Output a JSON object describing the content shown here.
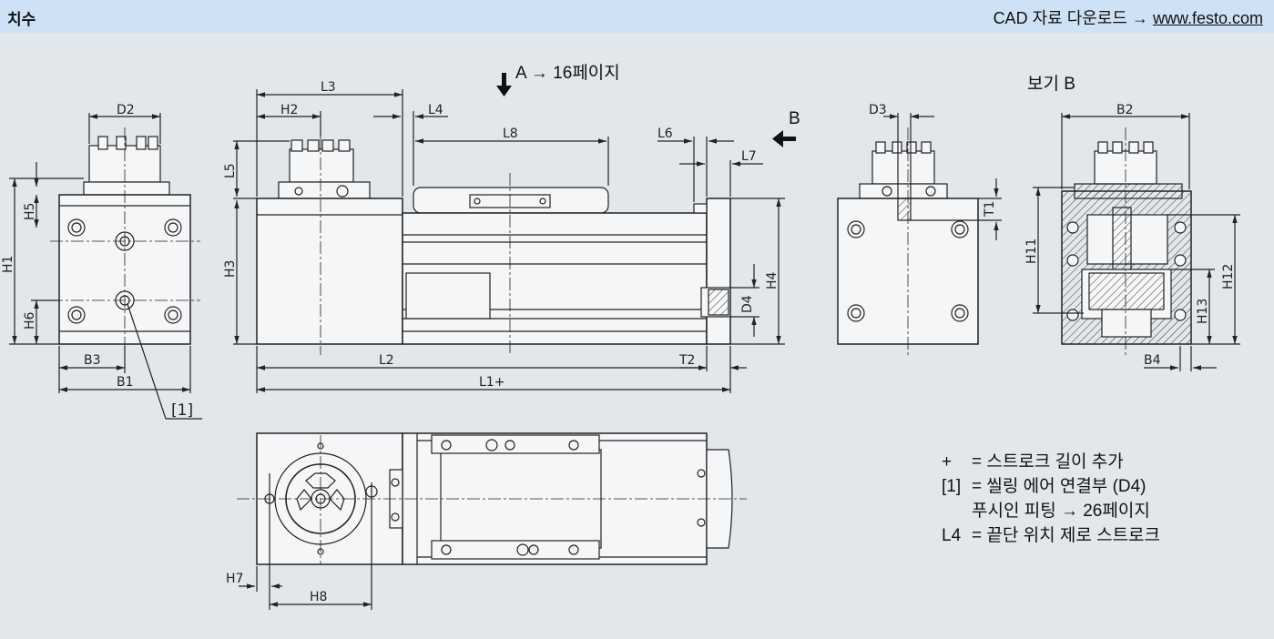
{
  "header": {
    "title": "치수",
    "cad_text": "CAD 자료 다운로드 →",
    "cad_link": "www.festo.com"
  },
  "view_labels": {
    "view_a": "A → 16페이지",
    "view_b_arrow": "B",
    "view_b_title": "보기 B"
  },
  "dimensions": {
    "D2": "D2",
    "H5": "H5",
    "H1": "H1",
    "H6": "H6",
    "B3": "B3",
    "B1": "B1",
    "ref1": "[1]",
    "L3": "L3",
    "H2": "H2",
    "L4": "L4",
    "L8": "L8",
    "L6": "L6",
    "L7": "L7",
    "L5": "L5",
    "H3": "H3",
    "H4": "H4",
    "D4": "D4",
    "L2": "L2",
    "T2": "T2",
    "L1": "L1+",
    "D3": "D3",
    "T1": "T1",
    "B2": "B2",
    "H11": "H11",
    "H12": "H12",
    "H13": "H13",
    "B4": "B4",
    "H7": "H7",
    "H8": "H8"
  },
  "legend": [
    {
      "key": "+",
      "text": "= 스트로크 길이 추가"
    },
    {
      "key": "[1]",
      "text": "= 씰링 에어 연결부 (D4)"
    },
    {
      "key": "",
      "text": "푸시인 피팅 → 26페이지"
    },
    {
      "key": "L4",
      "text": "= 끝단 위치 제로 스트로크"
    }
  ]
}
